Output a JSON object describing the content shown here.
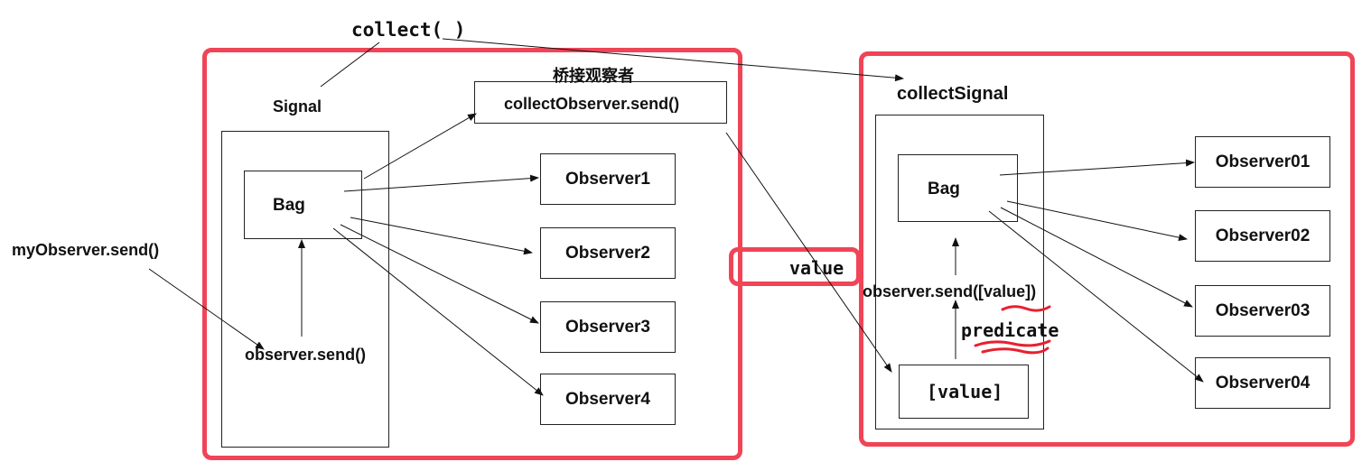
{
  "labels": {
    "collect": "collect( )",
    "signal": "Signal",
    "bridge": "桥接观察者",
    "collect_observer_send": "collectObserver.send()",
    "bag_left": "Bag",
    "my_observer_send": "myObserver.send()",
    "observer_send": "observer.send()",
    "value": "value",
    "collect_signal": "collectSignal",
    "bag_right": "Bag",
    "observer_send_value": "observer.send([value])",
    "predicate": "predicate",
    "value_array": "[value]"
  },
  "left_observers": [
    "Observer1",
    "Observer2",
    "Observer3",
    "Observer4"
  ],
  "right_observers": [
    "Observer01",
    "Observer02",
    "Observer03",
    "Observer04"
  ],
  "colors": {
    "highlight": "#f04457",
    "line": "#111111",
    "underline": "#e8202f"
  }
}
